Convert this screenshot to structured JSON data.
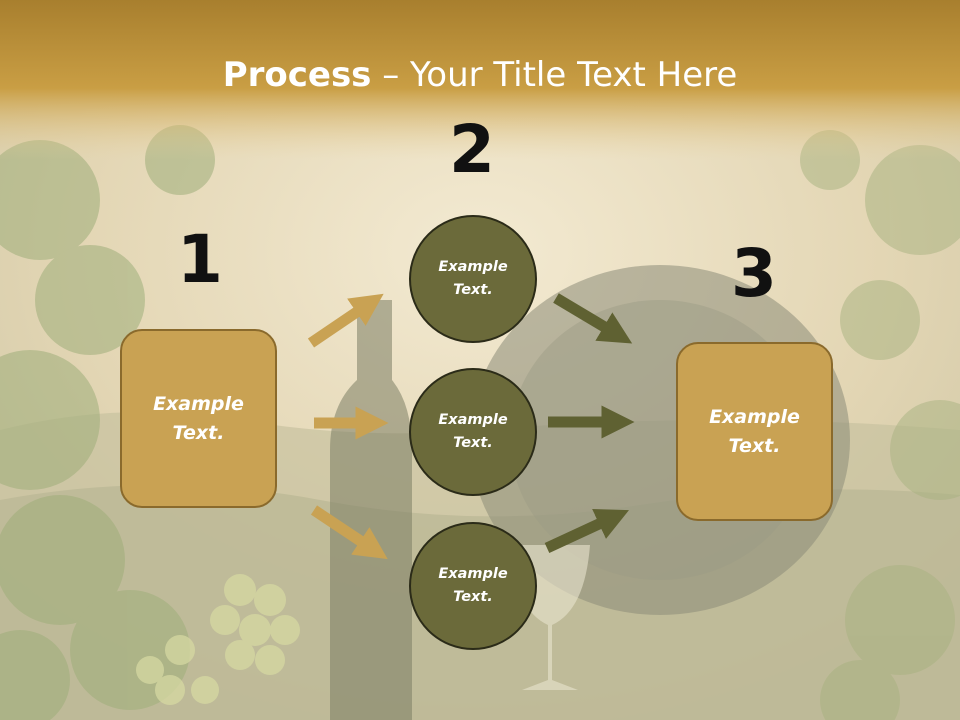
{
  "slide": {
    "title_bold": "Process",
    "title_rest": " – Your Title Text Here"
  },
  "steps": {
    "one": {
      "number": "1",
      "text": "Example\nText."
    },
    "two": {
      "number": "2"
    },
    "three": {
      "number": "3",
      "text": "Example\nText."
    }
  },
  "circles": [
    {
      "text": "Example\nText."
    },
    {
      "text": "Example\nText."
    },
    {
      "text": "Example\nText."
    }
  ],
  "colors": {
    "header": "#c39a3f",
    "box_fill": "#c9a253",
    "circle_fill": "#6b6a3a",
    "arrow_gold": "#c9a253",
    "arrow_olive": "#5f6132"
  }
}
